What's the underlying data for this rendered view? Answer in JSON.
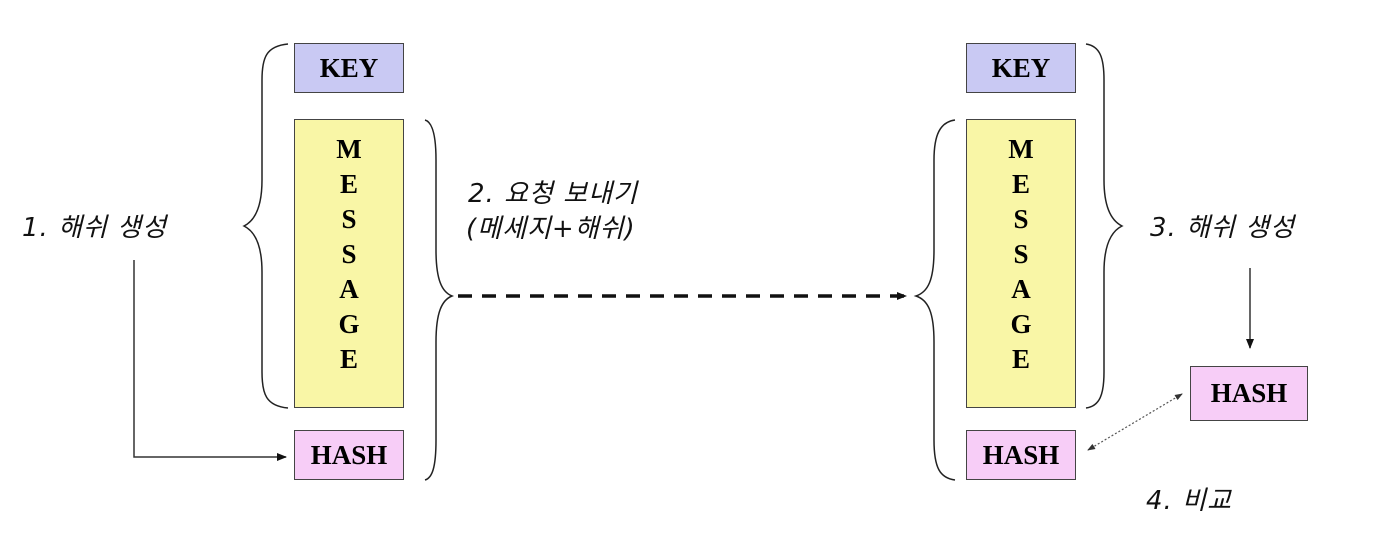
{
  "sender": {
    "key": "KEY",
    "message_letters": [
      "M",
      "E",
      "S",
      "S",
      "A",
      "G",
      "E"
    ],
    "hash": "HASH",
    "step_label": "1. 해쉬 생성"
  },
  "transfer": {
    "line1": "2. 요청 보내기",
    "line2": "(메세지+해쉬)"
  },
  "receiver": {
    "key": "KEY",
    "message_letters": [
      "M",
      "E",
      "S",
      "S",
      "A",
      "G",
      "E"
    ],
    "hash": "HASH",
    "computed_hash": "HASH",
    "step_label": "3. 해쉬 생성",
    "compare_label": "4. 비교"
  },
  "colors": {
    "key_fill": "#c9c9f3",
    "message_fill": "#f9f6a6",
    "hash_fill": "#f7cdf7"
  }
}
